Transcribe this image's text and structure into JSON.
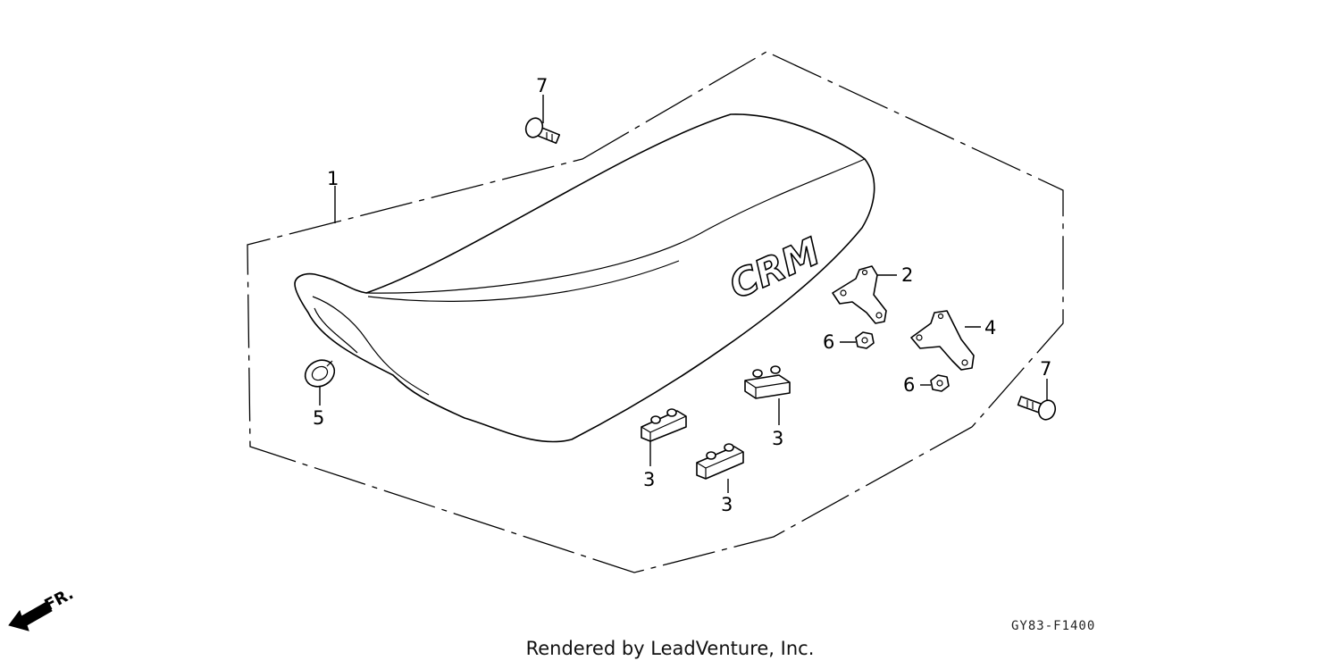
{
  "diagram": {
    "seat_logo": "CRM",
    "direction_label": "FR.",
    "drawing_code": "GY83-F1400",
    "credit": "Rendered by LeadVenture, Inc.",
    "callouts": [
      {
        "id": "c1",
        "label": "1"
      },
      {
        "id": "c2",
        "label": "2"
      },
      {
        "id": "c3a",
        "label": "3"
      },
      {
        "id": "c3b",
        "label": "3"
      },
      {
        "id": "c3c",
        "label": "3"
      },
      {
        "id": "c4",
        "label": "4"
      },
      {
        "id": "c5",
        "label": "5"
      },
      {
        "id": "c6a",
        "label": "6"
      },
      {
        "id": "c6b",
        "label": "6"
      },
      {
        "id": "c7a",
        "label": "7"
      },
      {
        "id": "c7b",
        "label": "7"
      }
    ]
  }
}
